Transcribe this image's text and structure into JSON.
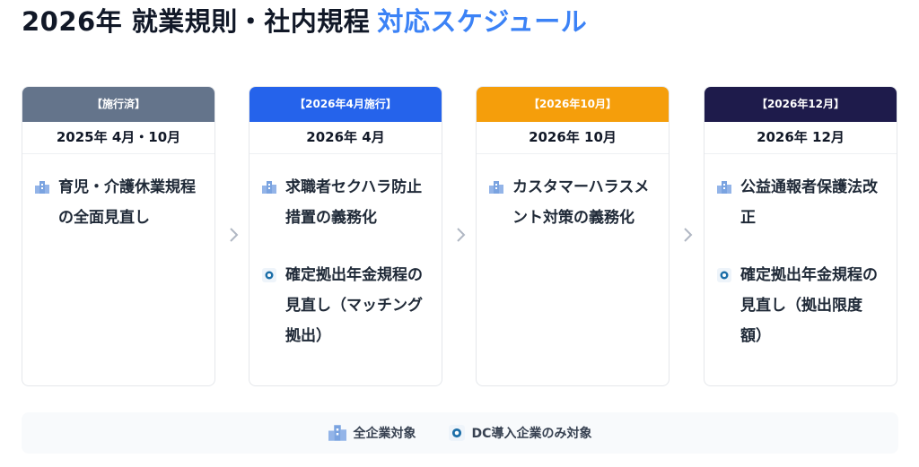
{
  "title": {
    "main": "2026年 就業規則・社内規程",
    "accent": "対応スケジュール"
  },
  "colors": {
    "accent": "#3b82f6",
    "band_done": "#64748b",
    "band_blue": "#2563eb",
    "band_orange": "#f59e0b",
    "band_navy": "#1e1b4b",
    "icon_all": "#93b4e8",
    "icon_dc": "#1d6fa8"
  },
  "cards": [
    {
      "band": "【施行済】",
      "date": "2025年 4月・10月",
      "items": [
        {
          "icon": "building-icon",
          "text": "育児・介護休業規程の全面見直し"
        }
      ]
    },
    {
      "band": "【2026年4月施行】",
      "date": "2026年 4月",
      "items": [
        {
          "icon": "building-icon",
          "text": "求職者セクハラ防止措置の義務化"
        },
        {
          "icon": "dc-dot-icon",
          "text": "確定拠出年金規程の見直し（マッチング拠出）"
        }
      ]
    },
    {
      "band": "【2026年10月】",
      "date": "2026年 10月",
      "items": [
        {
          "icon": "building-icon",
          "text": "カスタマーハラスメント対策の義務化"
        }
      ]
    },
    {
      "band": "【2026年12月】",
      "date": "2026年 12月",
      "items": [
        {
          "icon": "building-icon",
          "text": "公益通報者保護法改正"
        },
        {
          "icon": "dc-dot-icon",
          "text": "確定拠出年金規程の見直し（拠出限度額）"
        }
      ]
    }
  ],
  "legend": {
    "all": {
      "icon": "building-icon",
      "label": "全企業対象"
    },
    "dc": {
      "icon": "dc-dot-icon",
      "label": "DC導入企業のみ対象"
    }
  }
}
